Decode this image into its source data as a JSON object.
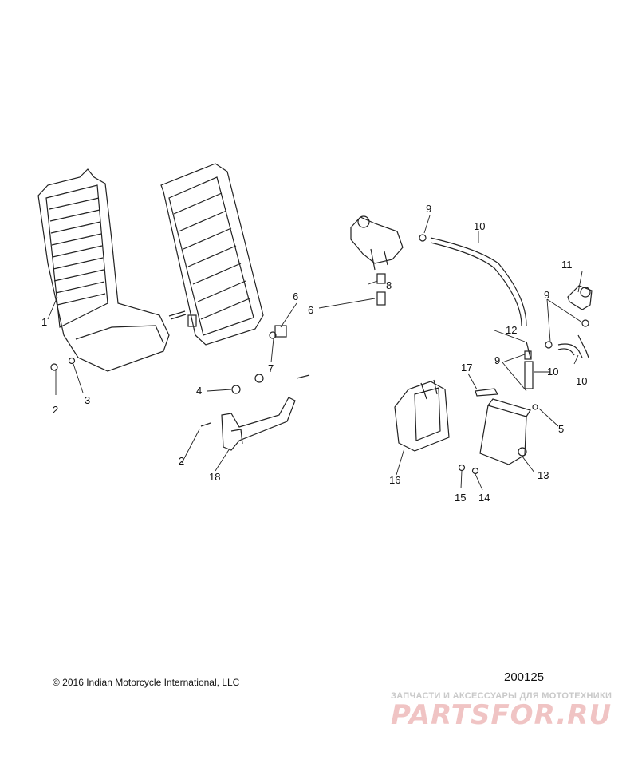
{
  "callouts": [
    {
      "id": "c1",
      "label": "1"
    },
    {
      "id": "c2a",
      "label": "2"
    },
    {
      "id": "c2b",
      "label": "2"
    },
    {
      "id": "c3",
      "label": "3"
    },
    {
      "id": "c4",
      "label": "4"
    },
    {
      "id": "c5",
      "label": "5"
    },
    {
      "id": "c6a",
      "label": "6"
    },
    {
      "id": "c6b",
      "label": "6"
    },
    {
      "id": "c7",
      "label": "7"
    },
    {
      "id": "c8",
      "label": "8"
    },
    {
      "id": "c9a",
      "label": "9"
    },
    {
      "id": "c9b",
      "label": "9"
    },
    {
      "id": "c9c",
      "label": "9"
    },
    {
      "id": "c10a",
      "label": "10"
    },
    {
      "id": "c10b",
      "label": "10"
    },
    {
      "id": "c10c",
      "label": "10"
    },
    {
      "id": "c11",
      "label": "11"
    },
    {
      "id": "c12",
      "label": "12"
    },
    {
      "id": "c13",
      "label": "13"
    },
    {
      "id": "c14",
      "label": "14"
    },
    {
      "id": "c15",
      "label": "15"
    },
    {
      "id": "c16",
      "label": "16"
    },
    {
      "id": "c17",
      "label": "17"
    },
    {
      "id": "c18",
      "label": "18"
    }
  ],
  "footer": {
    "copyright": "© 2016 Indian Motorcycle International, LLC",
    "diagram_id": "200125"
  },
  "watermark": {
    "subtitle": "ЗАПЧАСТИ И АКСЕССУАРЫ ДЛЯ МОТОТЕХНИКИ",
    "logo": "PARTSFOR.RU"
  }
}
